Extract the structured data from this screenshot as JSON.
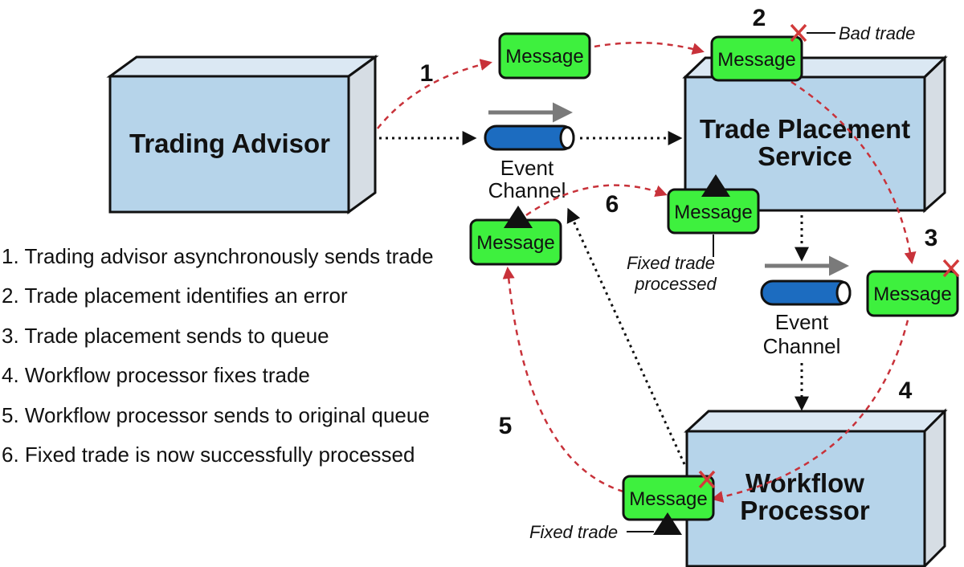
{
  "boxes": {
    "trading_advisor": "Trading Advisor",
    "trade_placement_line1": "Trade Placement",
    "trade_placement_line2": "Service",
    "workflow_line1": "Workflow",
    "workflow_line2": "Processor"
  },
  "message_label": "Message",
  "channels": {
    "line1": "Event",
    "line2": "Channel"
  },
  "steps": [
    "1",
    "2",
    "3",
    "4",
    "5",
    "6"
  ],
  "notes": {
    "bad_trade": "Bad trade",
    "fixed_trade_processed_line1": "Fixed trade",
    "fixed_trade_processed_line2": "processed",
    "fixed_trade": "Fixed trade"
  },
  "legend": [
    "1. Trading advisor asynchronously sends trade",
    "2. Trade placement identifies an error",
    "3. Trade placement sends to queue",
    "4. Workflow processor fixes trade",
    "5. Workflow processor sends to original queue",
    "6. Fixed trade is now successfully processed"
  ],
  "colors": {
    "box_fill": "#b6d4ea",
    "message_fill": "#3ef03e",
    "channel_fill": "#1c6cc0",
    "flow_arrow": "#c8323a",
    "error_mark": "#d23a3a"
  }
}
